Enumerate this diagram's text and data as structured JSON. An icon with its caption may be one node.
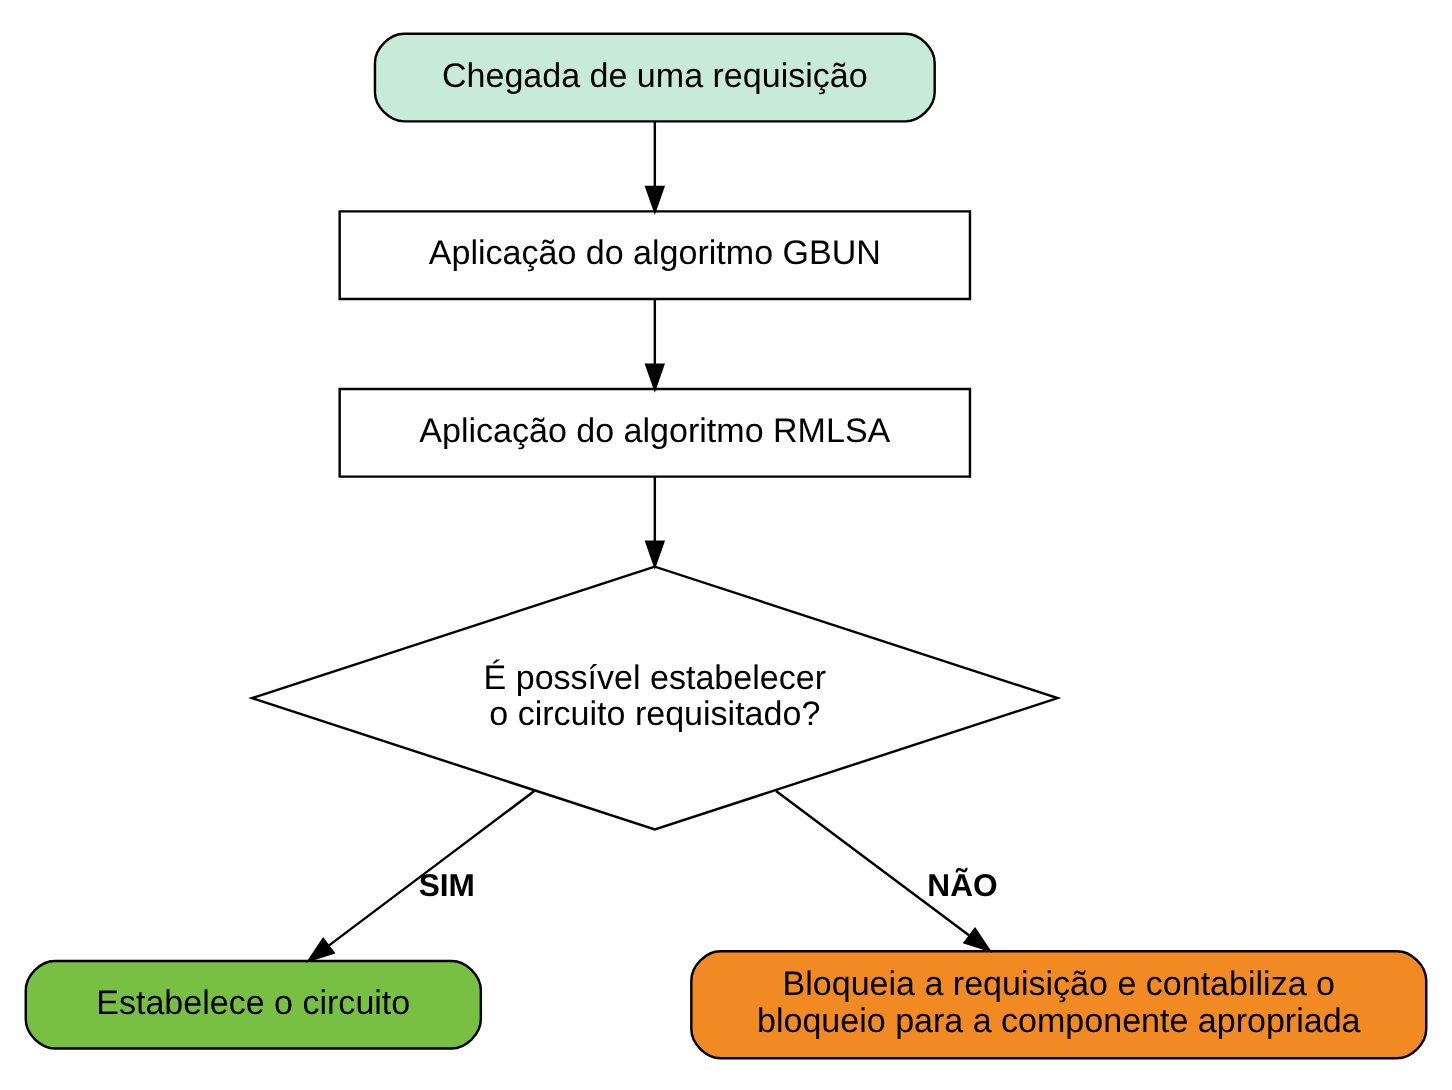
{
  "diagram": {
    "nodes": [
      {
        "text": [
          "Chegada de uma requisição"
        ]
      },
      {
        "text": [
          "Aplicação do algoritmo GBUN"
        ]
      },
      {
        "text": [
          "Aplicação do algoritmo RMLSA"
        ]
      },
      {
        "text": [
          "É possível estabelecer o circuito requisitado?"
        ]
      },
      {
        "text": [
          "Estabelece o circuito"
        ]
      },
      {
        "text": [
          "Bloqueia a requisição e contabiliza o bloqueio para a componente apropriada"
        ]
      }
    ],
    "edges": [
      {
        "from": 0,
        "to": 1,
        "arrow": "to"
      },
      {
        "from": 1,
        "to": 2,
        "arrow": "to"
      },
      {
        "from": 2,
        "to": 3,
        "arrow": "to"
      },
      {
        "from": 3,
        "to": 4,
        "arrow": "to",
        "label": "SIM"
      },
      {
        "from": 3,
        "to": 5,
        "arrow": "to",
        "label": "NÃO"
      }
    ]
  }
}
